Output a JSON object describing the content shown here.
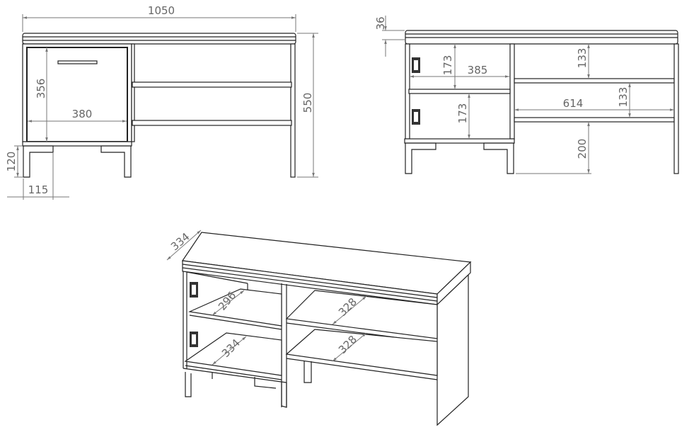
{
  "front_view": {
    "width": "1050",
    "height": "550",
    "door_height": "356",
    "door_width": "380",
    "leg_height": "120",
    "leg_offset": "115"
  },
  "side_view": {
    "top_thickness": "36",
    "upper_compartment": "173",
    "lower_compartment": "173",
    "cabinet_width": "385",
    "upper_shelf_gap": "133",
    "lower_shelf_gap": "133",
    "open_width": "614",
    "floor_clearance": "200"
  },
  "iso_view": {
    "depth": "334",
    "cabinet_shelf_depth": "296",
    "cabinet_bottom_depth": "334",
    "open_shelf_depth_upper": "328",
    "open_shelf_depth_lower": "328"
  },
  "colors": {
    "line": "#222222",
    "dimension": "#777777"
  }
}
